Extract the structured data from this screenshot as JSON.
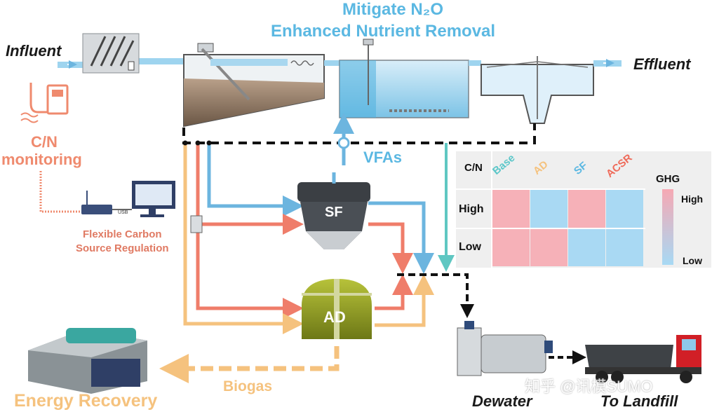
{
  "title": {
    "line1": "Mitigate N₂O",
    "line2": "Enhanced Nutrient Removal"
  },
  "labels": {
    "influent": "Influent",
    "effluent": "Effluent",
    "cn_line1": "C/N",
    "cn_line2": "monitoring",
    "fcsr_line1": "Flexible Carbon",
    "fcsr_line2": "Source Regulation",
    "usb": "USB",
    "vfas": "VFAs",
    "sf": "SF",
    "ad": "AD",
    "biogas": "Biogas",
    "energy_recovery": "Energy Recovery",
    "dewater": "Dewater",
    "to_landfill": "To Landfill",
    "watermark": "知乎 @讯模SUMO"
  },
  "heatmap": {
    "corner": "C/N",
    "columns": [
      {
        "label": "Base",
        "color": "#5cc7c9"
      },
      {
        "label": "AD",
        "color": "#f5c27e"
      },
      {
        "label": "SF",
        "color": "#5bb8e2"
      },
      {
        "label": "ACSR",
        "color": "#ef6b5a"
      }
    ],
    "rows": [
      {
        "label": "High",
        "levels": [
          "high",
          "low",
          "high",
          "low"
        ]
      },
      {
        "label": "Low",
        "levels": [
          "high",
          "high",
          "low",
          "low"
        ]
      }
    ],
    "legend": {
      "title": "GHG",
      "high": "High",
      "low": "Low"
    },
    "colors": {
      "high": "#f6b1b8",
      "low": "#a9d9f3"
    }
  },
  "colors": {
    "blue_flow": "#6cb5df",
    "red_flow": "#ef7d6a",
    "orange_flow": "#f5c27e",
    "teal_flow": "#5fc7c2",
    "sludge_line": "#111111"
  }
}
